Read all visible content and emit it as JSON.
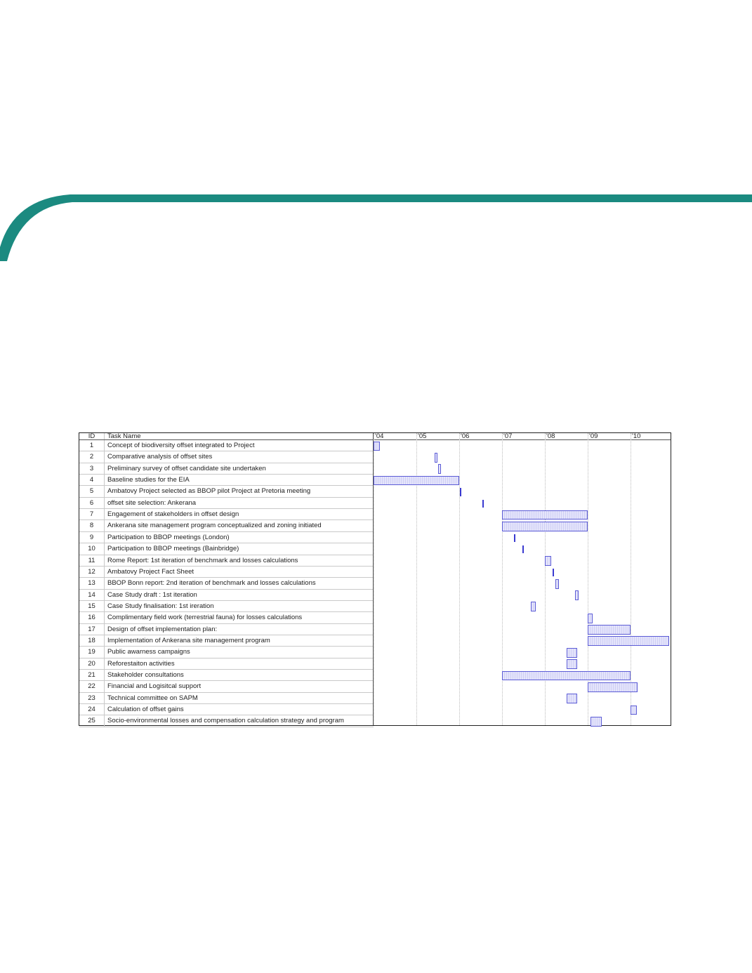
{
  "chart_data": {
    "type": "gantt",
    "columns": {
      "id": "ID",
      "task": "Task Name"
    },
    "timeline": [
      "'04",
      "'05",
      "'06",
      "'07",
      "'08",
      "'09",
      "'10"
    ],
    "colors": {
      "bar_border": "#5c5cd6",
      "bar_fill": "#e4e4fb",
      "milestone": "#3a3ad0",
      "accent": "#1b8a80"
    },
    "tasks": [
      {
        "id": "1",
        "name": "Concept of biodiversity offset integrated to Project",
        "start": 2004.0,
        "end": 2004.15
      },
      {
        "id": "2",
        "name": "Comparative analysis of offset sites",
        "start": 2005.42,
        "end": 2005.48
      },
      {
        "id": "3",
        "name": "Preliminary survey of offset candidate site undertaken",
        "start": 2005.5,
        "end": 2005.57
      },
      {
        "id": "4",
        "name": "Baseline studies for the EIA",
        "start": 2004.0,
        "end": 2006.0
      },
      {
        "id": "5",
        "name": "Ambatovy Project selected as BBOP pilot Project at Pretoria meeting",
        "start": 2006.01,
        "end": 2006.01
      },
      {
        "id": "6",
        "name": "offset site selection: Ankerana",
        "start": 2006.54,
        "end": 2006.54
      },
      {
        "id": "7",
        "name": "Engagement of stakeholders in offset design",
        "start": 2007.0,
        "end": 2009.0
      },
      {
        "id": "8",
        "name": "Ankerana site management program conceptualized and zoning initiated",
        "start": 2007.0,
        "end": 2009.0
      },
      {
        "id": "9",
        "name": "Participation to BBOP meetings (London)",
        "start": 2007.28,
        "end": 2007.28
      },
      {
        "id": "10",
        "name": "Participation to BBOP meetings (Bainbridge)",
        "start": 2007.47,
        "end": 2007.47
      },
      {
        "id": "11",
        "name": "Rome Report: 1st iteration of benchmark and losses calculations",
        "start": 2008.0,
        "end": 2008.14
      },
      {
        "id": "12",
        "name": "Ambatovy Project Fact Sheet",
        "start": 2008.18,
        "end": 2008.18
      },
      {
        "id": "13",
        "name": "BBOP Bonn report: 2nd iteration of benchmark and losses calculations",
        "start": 2008.25,
        "end": 2008.33
      },
      {
        "id": "14",
        "name": "Case Study draft : 1st iteration",
        "start": 2008.7,
        "end": 2008.78
      },
      {
        "id": "15",
        "name": "Case Study finalisation: 1st ireration",
        "start": 2007.67,
        "end": 2007.79
      },
      {
        "id": "16",
        "name": "Complimentary field work (terrestrial fauna) for losses calculations",
        "start": 2009.0,
        "end": 2009.12
      },
      {
        "id": "17",
        "name": "Design of offset implementation plan:",
        "start": 2009.0,
        "end": 2010.0
      },
      {
        "id": "18",
        "name": "Implementation of Ankerana site management program",
        "start": 2009.0,
        "end": 2011.0
      },
      {
        "id": "19",
        "name": "Public awarness campaigns",
        "start": 2008.5,
        "end": 2008.76
      },
      {
        "id": "20",
        "name": "Reforestaiton activities",
        "start": 2008.5,
        "end": 2008.76
      },
      {
        "id": "21",
        "name": "Stakeholder consultations",
        "start": 2007.0,
        "end": 2010.0
      },
      {
        "id": "22",
        "name": "Financial and Logisitcal support",
        "start": 2009.0,
        "end": 2010.17
      },
      {
        "id": "23",
        "name": "Technical committee on SAPM",
        "start": 2008.5,
        "end": 2008.76
      },
      {
        "id": "24",
        "name": "Calculation of offset gains",
        "start": 2010.0,
        "end": 2010.15
      },
      {
        "id": "25",
        "name": "Socio-environmental losses and compensation calculation strategy and program",
        "start": 2009.07,
        "end": 2009.32
      }
    ]
  }
}
